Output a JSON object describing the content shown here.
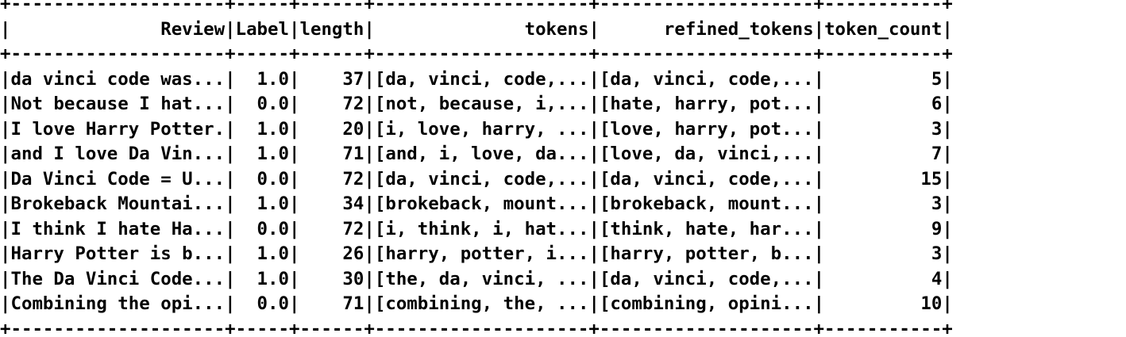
{
  "table": {
    "columns": [
      {
        "name": "Review",
        "align": "right"
      },
      {
        "name": "Label",
        "align": "right"
      },
      {
        "name": "length",
        "align": "right"
      },
      {
        "name": "tokens",
        "align": "right"
      },
      {
        "name": "refined_tokens",
        "align": "right"
      },
      {
        "name": "token_count",
        "align": "right"
      }
    ],
    "rows": [
      [
        "da vinci code was...",
        "1.0",
        "37",
        "[da, vinci, code,...",
        "[da, vinci, code,...",
        "5"
      ],
      [
        "Not because I hat...",
        "0.0",
        "72",
        "[not, because, i,...",
        "[hate, harry, pot...",
        "6"
      ],
      [
        "I love Harry Potter.",
        "1.0",
        "20",
        "[i, love, harry, ...",
        "[love, harry, pot...",
        "3"
      ],
      [
        "and I love Da Vin...",
        "1.0",
        "71",
        "[and, i, love, da...",
        "[love, da, vinci,...",
        "7"
      ],
      [
        "Da Vinci Code = U...",
        "0.0",
        "72",
        "[da, vinci, code,...",
        "[da, vinci, code,...",
        "15"
      ],
      [
        "Brokeback Mountai...",
        "1.0",
        "34",
        "[brokeback, mount...",
        "[brokeback, mount...",
        "3"
      ],
      [
        "I think I hate Ha...",
        "0.0",
        "72",
        "[i, think, i, hat...",
        "[think, hate, har...",
        "9"
      ],
      [
        "Harry Potter is b...",
        "1.0",
        "26",
        "[harry, potter, i...",
        "[harry, potter, b...",
        "3"
      ],
      [
        "The Da Vinci Code...",
        "1.0",
        "30",
        "[the, da, vinci, ...",
        "[da, vinci, code,...",
        "4"
      ],
      [
        "Combining the opi...",
        "0.0",
        "71",
        "[combining, the, ...",
        "[combining, opini...",
        "10"
      ]
    ]
  }
}
